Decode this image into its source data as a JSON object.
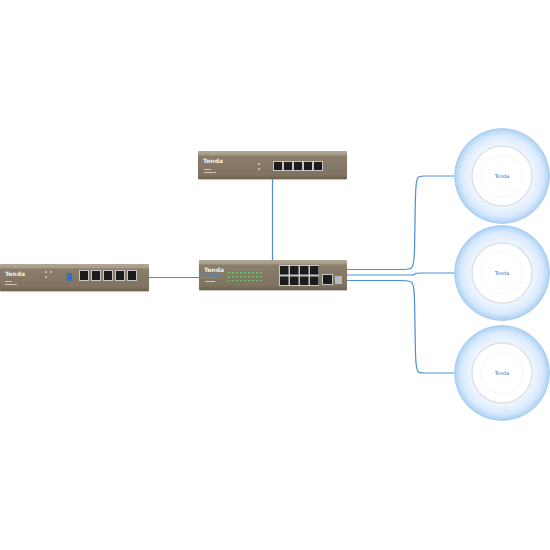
{
  "diagram": {
    "nodes": [
      {
        "text": [
          "Tenda"
        ]
      },
      {
        "text": [
          "Tenda"
        ]
      },
      {
        "text": [
          "Tenda"
        ]
      },
      {
        "text": [
          "Tenda"
        ]
      },
      {
        "text": [
          "Tenda"
        ]
      },
      {
        "text": [
          "Tenda"
        ]
      }
    ],
    "edges": [
      {
        "from": 0,
        "to": 2,
        "arrow": "none"
      },
      {
        "from": 1,
        "to": 2,
        "arrow": "none"
      },
      {
        "from": 2,
        "to": 3,
        "arrow": "none"
      },
      {
        "from": 2,
        "to": 4,
        "arrow": "none"
      },
      {
        "from": 2,
        "to": 5,
        "arrow": "none"
      }
    ]
  }
}
